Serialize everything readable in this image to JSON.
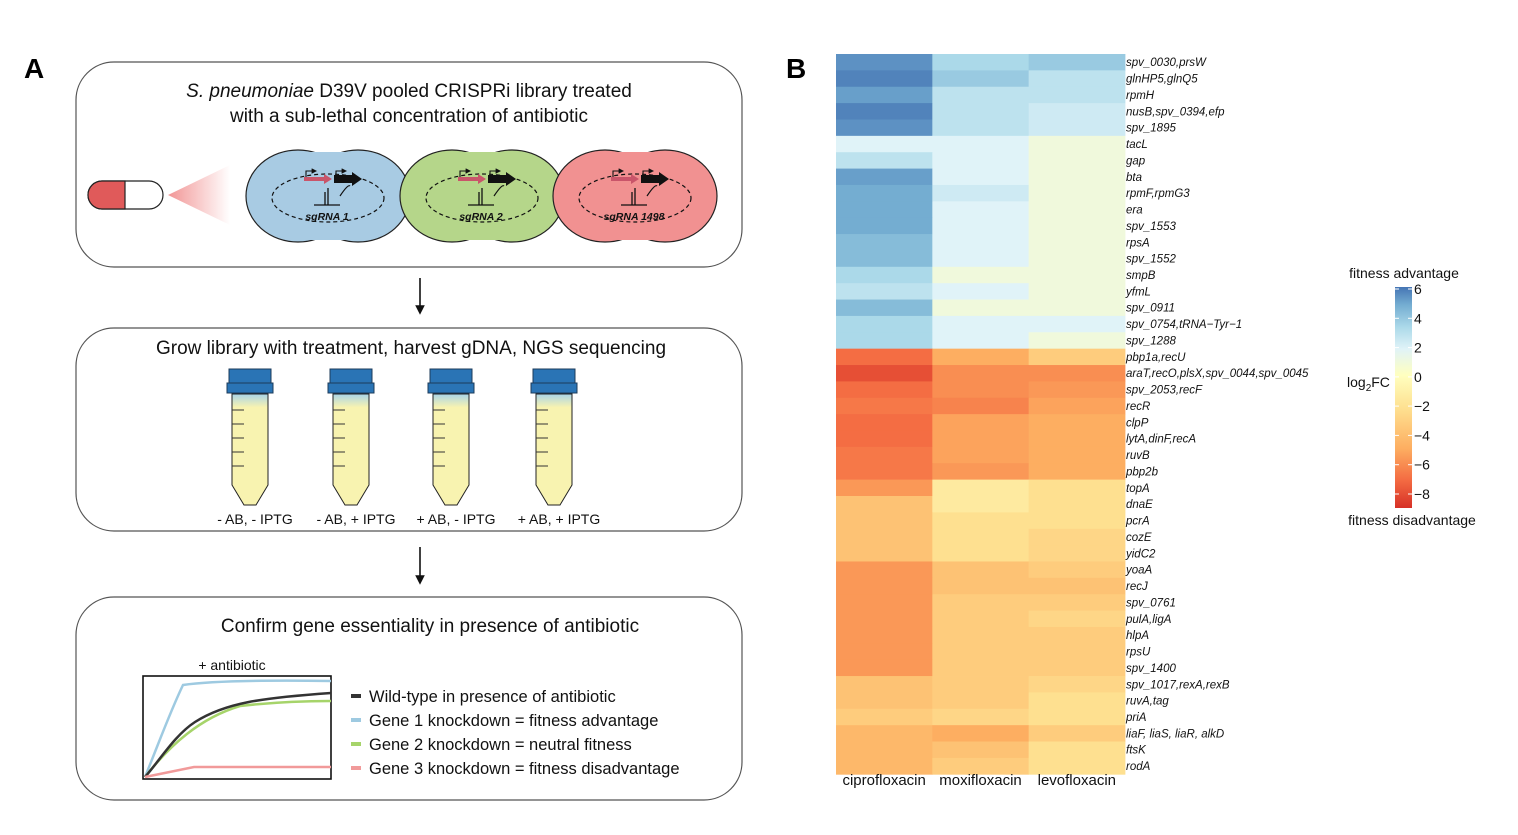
{
  "panels": {
    "a": {
      "letter": "A"
    },
    "b": {
      "letter": "B"
    }
  },
  "box1": {
    "title_italic": "S. pneumoniae",
    "title_rest": " D39V pooled CRISPRi library treated",
    "title_line2": "with a sub-lethal concentration of antibiotic",
    "cells": [
      {
        "label": "sgRNA 1",
        "color": "#a8cbe3"
      },
      {
        "label": "sgRNA 2",
        "color": "#b5d68a"
      },
      {
        "label": "sgRNA 1498",
        "color": "#f19191"
      }
    ]
  },
  "box2": {
    "title": "Grow library with treatment, harvest gDNA, NGS sequencing",
    "tubes": [
      "- AB, - IPTG",
      "- AB, + IPTG",
      "+ AB, - IPTG",
      "+ AB, + IPTG"
    ]
  },
  "box3": {
    "title": "Confirm gene essentiality in presence of antibiotic",
    "plot_label": "+ antibiotic",
    "legend": [
      {
        "text": "Wild-type in presence of antibiotic",
        "color": "#333333"
      },
      {
        "text": "Gene 1 knockdown = fitness advantage",
        "color": "#9ecae1"
      },
      {
        "text": "Gene 2 knockdown = neutral fitness",
        "color": "#a6d46a"
      },
      {
        "text": "Gene 3 knockdown = fitness disadvantage",
        "color": "#f19a9a"
      }
    ]
  },
  "chart_data": {
    "type": "heatmap",
    "columns": [
      "ciprofloxacin",
      "moxifloxacin",
      "levofloxacin"
    ],
    "rows": [
      "spv_0030,prsW",
      "glnHP5,glnQ5",
      "rpmH",
      "nusB,spv_0394,efp",
      "spv_1895",
      "tacL",
      "gap",
      "bta",
      "rpmF,rpmG3",
      "era",
      "spv_1553",
      "rpsA",
      "spv_1552",
      "smpB",
      "yfmL",
      "spv_0911",
      "spv_0754,tRNA−Tyr−1",
      "spv_1288",
      "pbp1a,recU",
      "araT,recO,plsX,spv_0044,spv_0045",
      "spv_2053,recF",
      "recR",
      "clpP",
      "lytA,dinF,recA",
      "ruvB",
      "pbp2b",
      "topA",
      "dnaE",
      "pcrA",
      "cozE",
      "yidC2",
      "yoaA",
      "recJ",
      "spv_0761",
      "pulA,ligA",
      "hlpA",
      "rpsU",
      "spv_1400",
      "spv_1017,rexA,rexB",
      "ruvA,tag",
      "priA",
      "liaF, liaS, liaR, alkD",
      "ftsK",
      "rodA"
    ],
    "values": [
      [
        5.0,
        2.5,
        3.0
      ],
      [
        5.5,
        3.0,
        2.0
      ],
      [
        4.5,
        2.0,
        2.0
      ],
      [
        5.5,
        2.0,
        1.5
      ],
      [
        5.0,
        2.0,
        1.5
      ],
      [
        1.0,
        1.0,
        0.5
      ],
      [
        2.0,
        1.0,
        0.5
      ],
      [
        4.5,
        1.0,
        0.5
      ],
      [
        4.0,
        1.5,
        0.5
      ],
      [
        4.0,
        1.0,
        0.5
      ],
      [
        4.0,
        1.0,
        0.5
      ],
      [
        3.5,
        1.0,
        0.5
      ],
      [
        3.5,
        1.0,
        0.5
      ],
      [
        2.5,
        0.5,
        0.5
      ],
      [
        2.0,
        1.0,
        0.5
      ],
      [
        3.5,
        0.5,
        0.5
      ],
      [
        2.5,
        1.0,
        1.0
      ],
      [
        2.5,
        1.0,
        0.5
      ],
      [
        -7.0,
        -4.0,
        -2.5
      ],
      [
        -8.0,
        -5.5,
        -5.5
      ],
      [
        -7.0,
        -5.5,
        -5.0
      ],
      [
        -6.5,
        -6.0,
        -4.5
      ],
      [
        -7.0,
        -4.5,
        -4.0
      ],
      [
        -7.0,
        -4.5,
        -4.0
      ],
      [
        -6.5,
        -4.5,
        -4.0
      ],
      [
        -6.5,
        -5.0,
        -4.0
      ],
      [
        -5.0,
        -1.0,
        -1.5
      ],
      [
        -3.0,
        -1.0,
        -1.5
      ],
      [
        -3.0,
        -1.5,
        -1.5
      ],
      [
        -3.0,
        -1.5,
        -2.0
      ],
      [
        -3.0,
        -1.5,
        -2.0
      ],
      [
        -5.0,
        -3.0,
        -2.5
      ],
      [
        -5.0,
        -3.0,
        -3.0
      ],
      [
        -5.0,
        -2.5,
        -2.5
      ],
      [
        -5.0,
        -2.5,
        -2.0
      ],
      [
        -5.0,
        -2.5,
        -2.5
      ],
      [
        -5.0,
        -2.5,
        -2.5
      ],
      [
        -5.0,
        -2.5,
        -2.5
      ],
      [
        -3.0,
        -2.5,
        -2.0
      ],
      [
        -3.0,
        -2.5,
        -1.5
      ],
      [
        -2.5,
        -2.0,
        -1.5
      ],
      [
        -3.5,
        -4.0,
        -2.5
      ],
      [
        -3.5,
        -3.0,
        -1.5
      ],
      [
        -3.5,
        -2.5,
        -1.5
      ]
    ],
    "scale": {
      "top_label": "fitness advantage",
      "bottom_label": "fitness disadvantage",
      "title_prefix": "log",
      "title_sub": "2",
      "title_suffix": "FC",
      "ticks": [
        "6",
        "4",
        "2",
        "0",
        "−2",
        "−4",
        "−6",
        "−8"
      ],
      "min": -9,
      "max": 6,
      "colors": [
        "#d73027",
        "#f46d43",
        "#fdae61",
        "#fee090",
        "#ffffbf",
        "#e0f3f8",
        "#abd9e9",
        "#74add1",
        "#4575b4"
      ]
    }
  }
}
